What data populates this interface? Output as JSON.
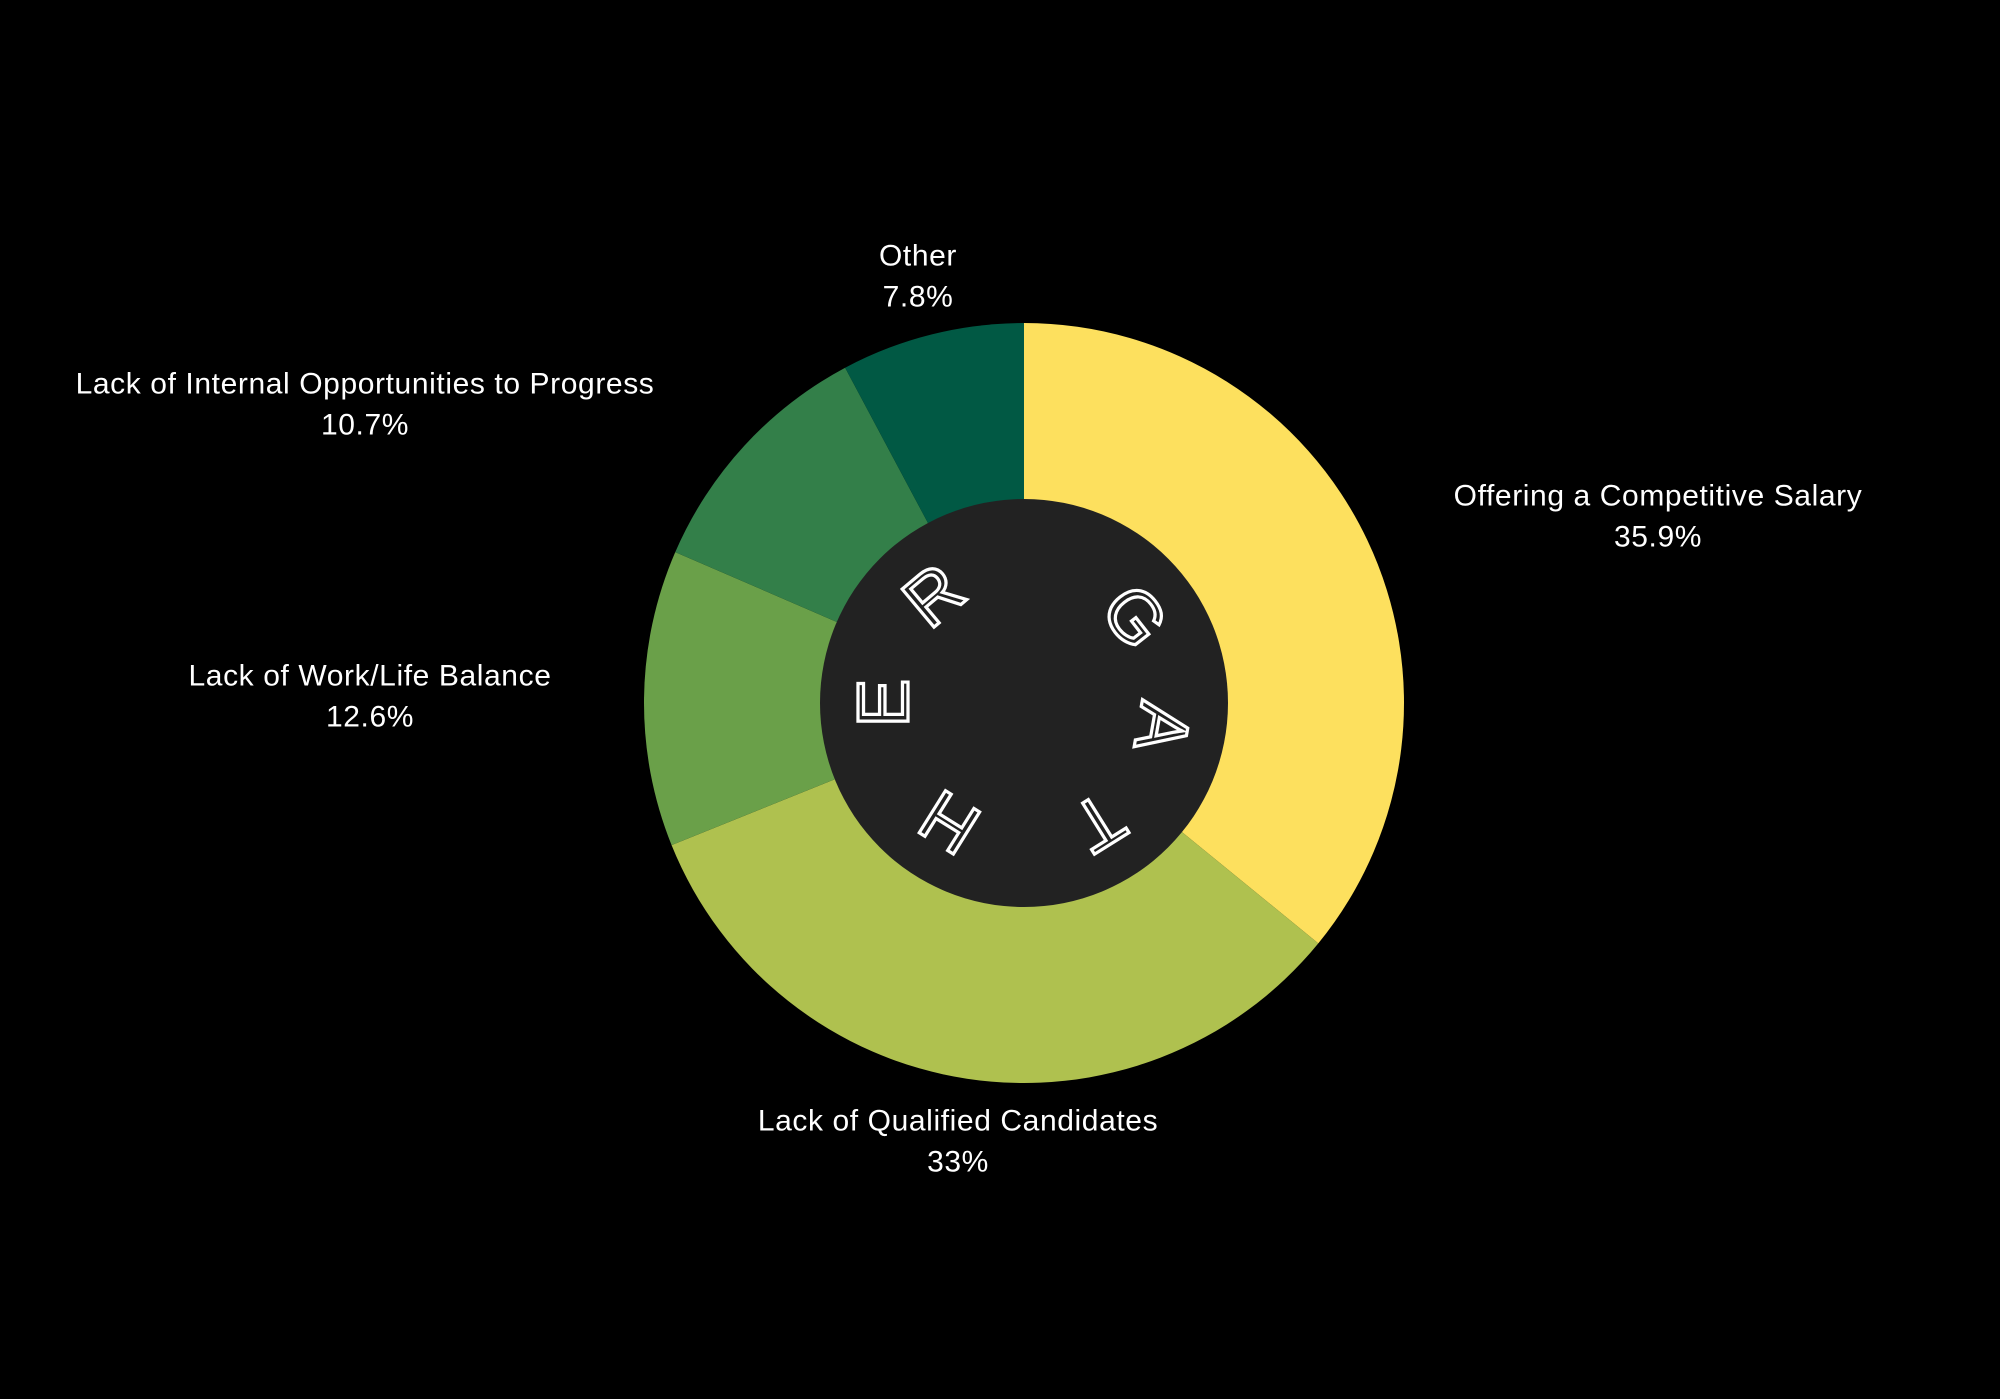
{
  "chart_data": {
    "type": "pie",
    "title": "",
    "categories": [
      "Offering a Competitive Salary",
      "Lack of Qualified Candidates",
      "Lack of Work/Life Balance",
      "Lack of Internal Opportunities to Progress",
      "Other"
    ],
    "values": [
      35.9,
      33,
      12.6,
      10.7,
      7.8
    ],
    "value_labels": [
      "35.9%",
      "33%",
      "12.6%",
      "10.7%",
      "7.8%"
    ],
    "colors": [
      "#fde05e",
      "#afc14f",
      "#6aa049",
      "#337f49",
      "#015944"
    ],
    "style": "donut",
    "start_angle": "12 o'clock, clockwise"
  },
  "center_logo": {
    "letters": [
      "G",
      "A",
      "T",
      "H",
      "E",
      "R"
    ],
    "background": "#222222"
  },
  "background": "#000000"
}
